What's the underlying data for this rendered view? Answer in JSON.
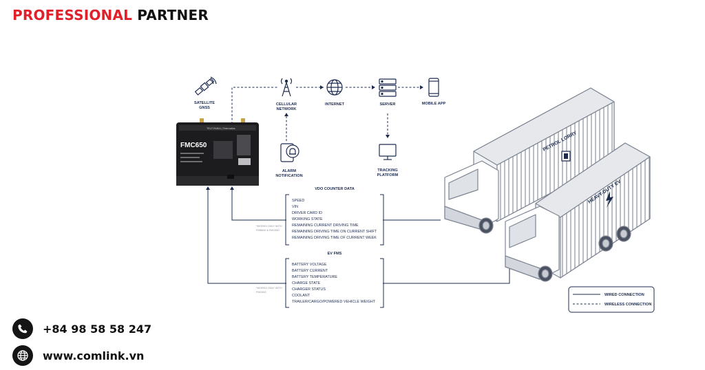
{
  "brand": {
    "word1": "PROFESSIONAL",
    "word2": "PARTNER"
  },
  "nodes": {
    "satellite": "SATELLITE",
    "satellite2": "GNSS",
    "cellular": "CELLULAR",
    "cellular2": "NETWORK",
    "internet": "INTERNET",
    "server": "SERVER",
    "mobile": "MOBILE APP",
    "tracking": "TRACKING",
    "tracking2": "PLATFORM",
    "alarm": "ALARM",
    "alarm2": "NOTIFICATION"
  },
  "device": {
    "model": "FMC650",
    "brand": "TELTONIKA | Telematics"
  },
  "vdo": {
    "title": "VDO COUNTER DATA",
    "items": [
      "SPEED",
      "VIN",
      "DRIVER CARD ID",
      "WORKING STATE",
      "REMAINING CURRENT DRIVING TIME",
      "REMAINING DRIVING TIME ON CURRENT SHIFT",
      "REMAINING DRIVING TIME OF CURRENT WEEK"
    ],
    "note1": "*WORKS ONLY WITH",
    "note2": "FMB640 & FMC650"
  },
  "ev": {
    "title": "EV FMS",
    "items": [
      "BATTERY VOLTAGE",
      "BATTERY CURRENT",
      "BATTERY TEMPERATURE",
      "CHARGE STATE",
      "CHARGER STATUS",
      "COOLANT",
      "TRAILER/CARGO/POWERED VEHICLE WEIGHT"
    ],
    "note1": "*WORKS ONLY WITH",
    "note2": "FMC650"
  },
  "trucks": {
    "lorry": "PETROL LORRY",
    "ev": "HEAVY-DUTY EV"
  },
  "legend": {
    "wired": "WIRED CONNECTION",
    "wireless": "WIRELESS CONNECTION"
  },
  "contact": {
    "phone": "+84 98 58 58 247",
    "web": "www.comlink.vn"
  },
  "colors": {
    "brand_red": "#e0202a",
    "line": "#1d2b4f"
  }
}
